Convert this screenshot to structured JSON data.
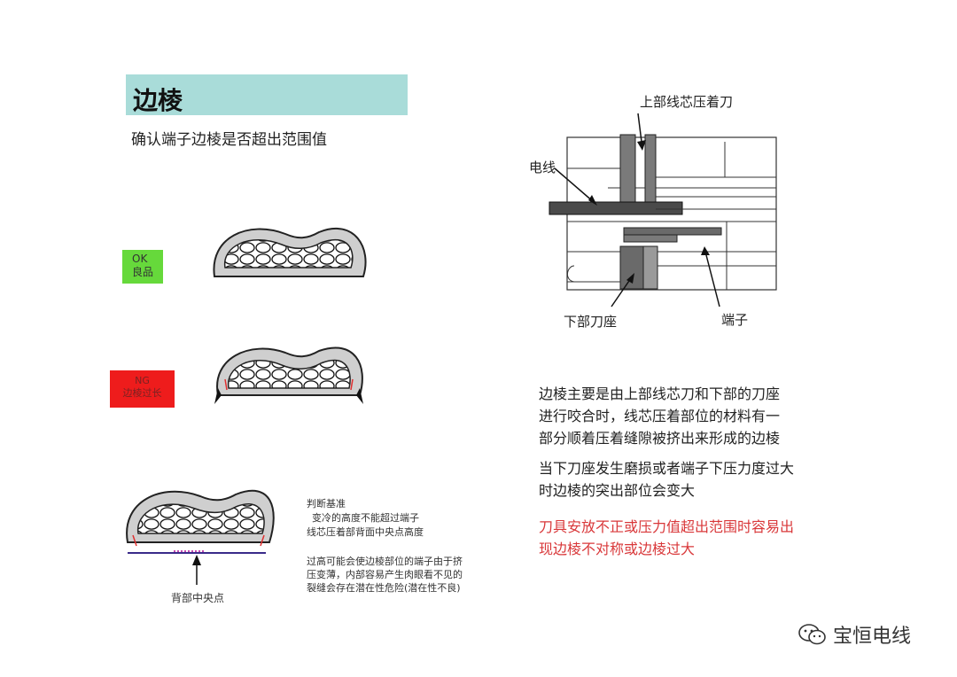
{
  "title": "边棱",
  "subtitle": "确认端子边棱是否超出范围值",
  "ok_badge": {
    "line1": "OK",
    "line2": "良品",
    "color": "#66d93b"
  },
  "ng_badge": {
    "line1": "NG",
    "line2": "边棱过长",
    "color": "#ee1c1c"
  },
  "criteria": {
    "heading": "判断基准",
    "line1": "变冷的高度不能超过端子",
    "line2": "线芯压着部背面中央点高度",
    "line3": "过高可能会使边棱部位的端子由于挤",
    "line4": "压变薄，内部容易产生肉眼看不见的",
    "line5": "裂缝会存在潜在性危险(潜在性不良)"
  },
  "back_center_label": "背部中央点",
  "diagram_labels": {
    "upper_knife": "上部线芯压着刀",
    "wire": "电线",
    "lower_seat": "下部刀座",
    "terminal": "端子"
  },
  "description": {
    "p1": [
      "边棱主要是由上部线芯刀和下部的刀座",
      "进行咬合时，线芯压着部位的材料有一",
      "部分顺着压着缝隙被挤出来形成的边棱"
    ],
    "p2": [
      "当下刀座发生磨损或者端子下压力度过大",
      "时边棱的突出部位会变大"
    ],
    "p3": [
      "刀具安放不正或压力值超出范围时容易出",
      "现边棱不对称或边棱过大"
    ],
    "warning_color": "#d9383a"
  },
  "watermark": {
    "text": "宝恒电线",
    "icon": "wechat-icon"
  }
}
